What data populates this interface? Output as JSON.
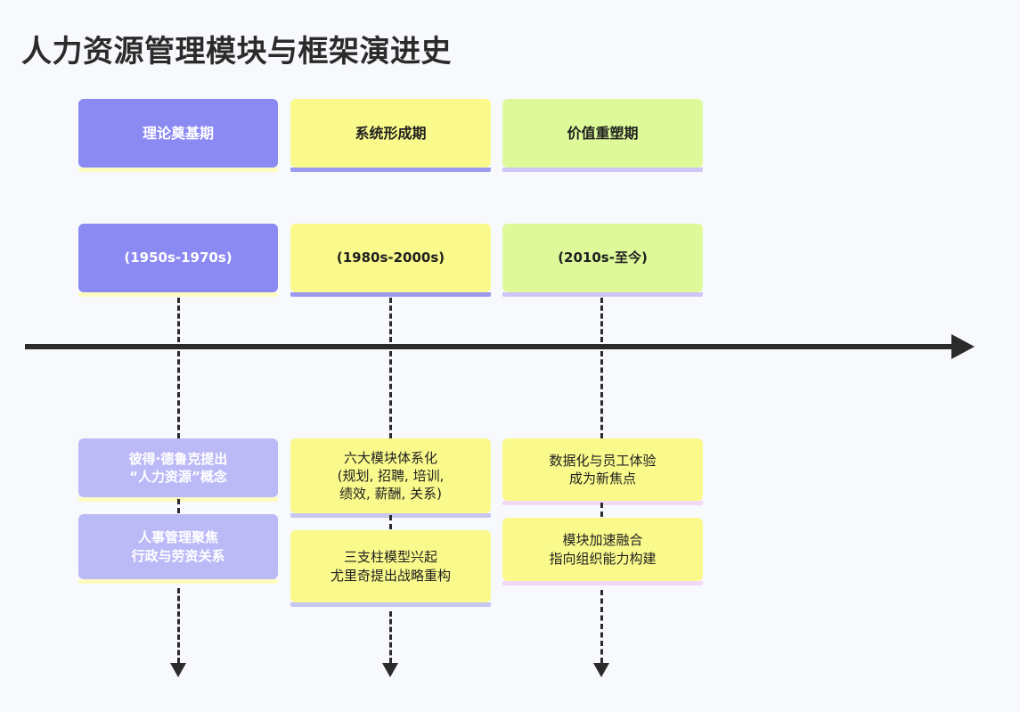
{
  "title": "人力资源管理模块与框架演进史",
  "colors": {
    "background": "#f7f9fc",
    "purple": "#8a8af2",
    "yellow": "#fafa8c",
    "green": "#ddf99a",
    "lilac": "#bcb9f7",
    "axis": "#2b2b2b",
    "title_text": "#2b2b2b"
  },
  "axis": {
    "direction": "left-to-right",
    "arrow": "right-arrow-icon"
  },
  "columns": [
    {
      "phase": "理论奠基期",
      "period": "(1950s-1970s)",
      "details": [
        "彼得·德鲁克提出\n“人力资源”概念",
        "人事管理聚焦\n行政与劳资关系"
      ]
    },
    {
      "phase": "系统形成期",
      "period": "(1980s-2000s)",
      "details": [
        "六大模块体系化\n(规划, 招聘, 培训,\n绩效, 薪酬, 关系)",
        "三支柱模型兴起\n尤里奇提出战略重构"
      ]
    },
    {
      "phase": "价值重塑期",
      "period": "(2010s-至今)",
      "details": [
        "数据化与员工体验\n成为新焦点",
        "模块加速融合\n指向组织能力构建"
      ]
    }
  ]
}
